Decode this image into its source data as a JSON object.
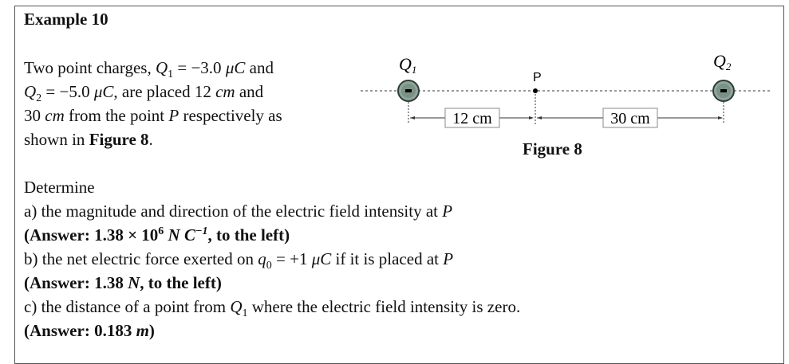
{
  "title": "Example 10",
  "intro": {
    "line1_a": "Two point charges, ",
    "line1_q1": "Q",
    "line1_q1sub": "1",
    "line1_b": " = −3.0 ",
    "line1_unit": "μC",
    "line1_c": " and",
    "line2_q2": "Q",
    "line2_q2sub": "2",
    "line2_a": " = −5.0 ",
    "line2_unit": "μC",
    "line2_b": ", are placed 12 ",
    "line2_cm": "cm",
    "line2_c": " and",
    "line3_a": "30 ",
    "line3_cm": "cm",
    "line3_b": " from the point ",
    "line3_p": "P",
    "line3_c": " respectively as",
    "line4_a": "shown in ",
    "line4_fig": "Figure 8",
    "line4_b": "."
  },
  "figure": {
    "q1_label": "Q",
    "q1_sub": "1",
    "q2_label": "Q",
    "q2_sub": "2",
    "point_label": "P",
    "charge_sign": "-",
    "dist1": "12 cm",
    "dist2": "30 cm",
    "caption": "Figure 8"
  },
  "questions": {
    "determine": "Determine",
    "a_text": "a) the magnitude and direction of the electric field intensity at ",
    "a_p": "P",
    "a_ans_open": "(Answer: ",
    "a_ans_val": "1.38 × 10",
    "a_ans_exp": "6",
    "a_ans_unit_n": " N C",
    "a_ans_unit_exp": "−1",
    "a_ans_close": ", to the left)",
    "b_text": "b) the net electric force exerted on ",
    "b_q": "q",
    "b_qsub": "0",
    "b_eq": " = +1 ",
    "b_unit": "μC",
    "b_text2": " if it is placed at ",
    "b_p": "P",
    "b_ans_open": "(Answer: ",
    "b_ans_val": "1.38 ",
    "b_ans_unit": "N",
    "b_ans_close": ", to the left)",
    "c_text": "c) the distance of a point from ",
    "c_q": "Q",
    "c_qsub": "1",
    "c_text2": " where the electric field intensity is zero.",
    "c_ans_open": "(Answer: ",
    "c_ans_val": "0.183 ",
    "c_ans_unit": "m",
    "c_ans_close": ")"
  }
}
